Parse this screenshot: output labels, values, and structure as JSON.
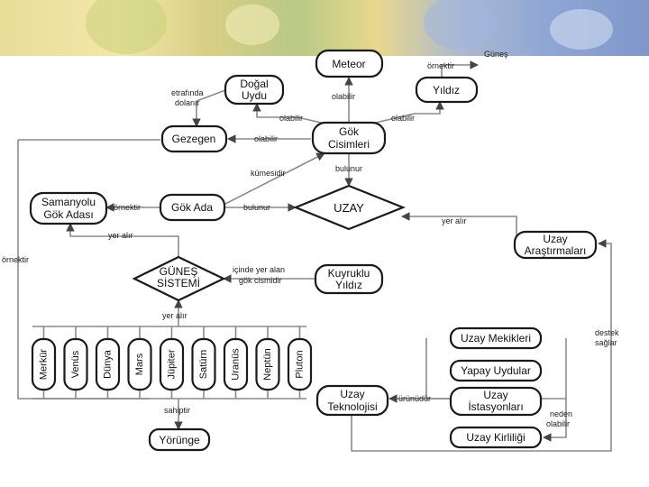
{
  "colors": {
    "node_stroke": "#1a1a1a",
    "connector": "#8a8a8a",
    "background": "#ffffff"
  },
  "nodes": {
    "meteor": "Meteor",
    "dogal_uydu_1": "Doğal",
    "dogal_uydu_2": "Uydu",
    "yildiz": "Yıldız",
    "gezegen": "Gezegen",
    "gok_cisimleri_1": "Gök",
    "gok_cisimleri_2": "Cisimleri",
    "samanyolu_1": "Samanyolu",
    "samanyolu_2": "Gök Adası",
    "gok_ada": "Gök Ada",
    "uzay": "UZAY",
    "gunes_sistemi_1": "GÜNEŞ",
    "gunes_sistemi_2": "SİSTEMİ",
    "kuyruklu_1": "Kuyruklu",
    "kuyruklu_2": "Yıldız",
    "uzay_arastirmalari_1": "Uzay",
    "uzay_arastirmalari_2": "Araştırmaları",
    "uzay_mekikleri": "Uzay Mekikleri",
    "yapay_uydular": "Yapay Uydular",
    "uzay_istasyonlari_1": "Uzay",
    "uzay_istasyonlari_2": "İstasyonları",
    "uzay_kirliligi": "Uzay Kirliliği",
    "uzay_teknolojisi_1": "Uzay",
    "uzay_teknolojisi_2": "Teknolojisi",
    "yorunge": "Yörünge"
  },
  "planets": [
    "Merkür",
    "Venüs",
    "Dünya",
    "Mars",
    "Jüpiter",
    "Satürn",
    "Uranüs",
    "Neptün",
    "Pluton"
  ],
  "edges": {
    "gunes": "Güneş",
    "ornektir_top": "örnektir",
    "etrafinda_1": "etrafında",
    "etrafinda_2": "dolanır",
    "olabilir_meteor": "olabilir",
    "olabilir_uydu": "olabilir",
    "olabilir_yildiz": "olabilir",
    "olabilir_gezegen": "olabilir",
    "kumesidir": "kümesidir",
    "bulunur_uzay": "bulunur",
    "ornektir_samanyolu": "örnektir",
    "bulunur_gokada": "bulunur",
    "yer_alir_gunes": "yer alır",
    "yer_alir_arastirma": "yer alır",
    "ornektir_left": "örnektir",
    "icinde_1": "içinde yer alan",
    "icinde_2": "gök cismidir",
    "yer_alir_planets": "yer alır",
    "sahiptir": "sahiptir",
    "destek_1": "destek",
    "destek_2": "sağlar",
    "urunudur": "ürünüdür",
    "neden_1": "neden",
    "neden_2": "olabilir"
  }
}
